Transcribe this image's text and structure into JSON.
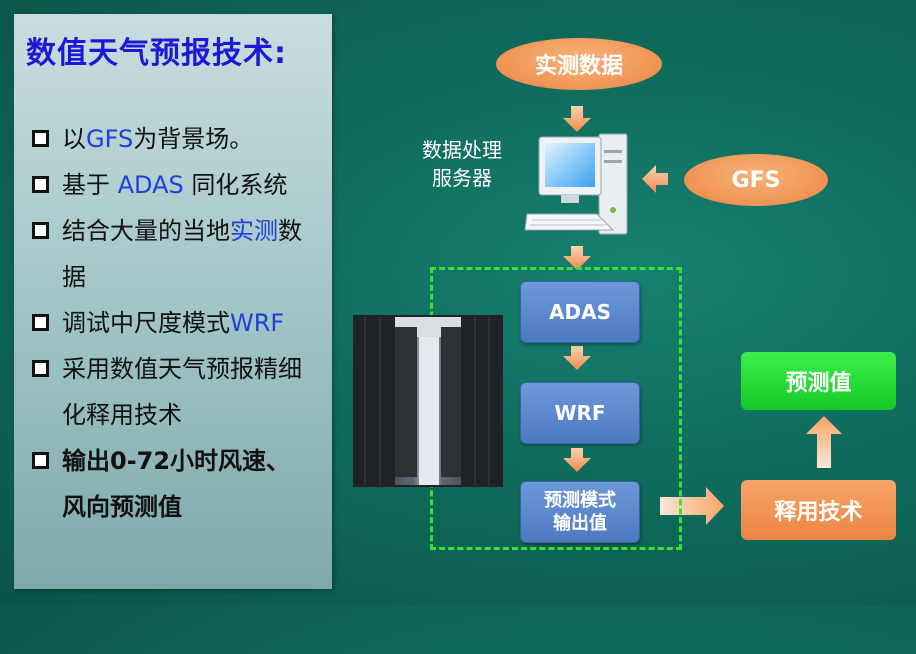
{
  "left_panel": {
    "title": "数值天气预报技术:",
    "bullets": [
      {
        "parts": [
          "以",
          "GFS",
          "为背景场。"
        ]
      },
      {
        "parts": [
          "基于 ",
          "ADAS",
          " 同化系统"
        ]
      },
      {
        "line1_parts": [
          "结合大量的当地",
          "实测",
          "数"
        ],
        "line2": "据"
      },
      {
        "parts": [
          "调试中尺度模式",
          "WRF",
          ""
        ]
      },
      {
        "line1": "采用数值天气预报精细",
        "line2": "化释用技术"
      },
      {
        "line1": "输出0-72小时风速、",
        "line2": "风向预测值"
      }
    ]
  },
  "diagram": {
    "observed_data": "实测数据",
    "server_label_1": "数据处理",
    "server_label_2": "服务器",
    "gfs": "GFS",
    "adas": "ADAS",
    "wrf": "WRF",
    "model_output_1": "预测模式",
    "model_output_2": "输出值",
    "postprocess": "释用技术",
    "forecast": "预测值"
  },
  "colors": {
    "background": "#0f6b5c",
    "highlight_text": "#1e3fd8",
    "title_text": "#1a1ad6",
    "orange": "#ef9353",
    "blue_box": "#4d79c2",
    "green_box": "#16c826",
    "dashed_frame": "#3be034"
  },
  "icons": {
    "computer": "computer-icon",
    "checkbox": "checkbox-square-icon",
    "datacenter_photo": "server-room-photo"
  }
}
